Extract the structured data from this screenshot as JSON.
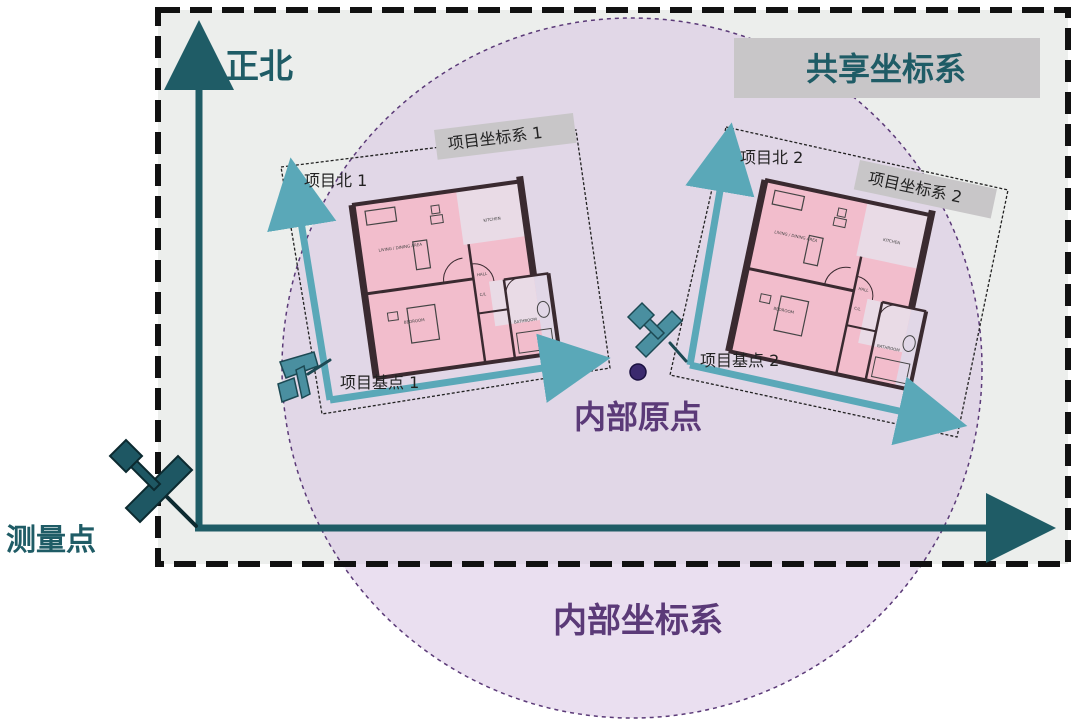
{
  "labels": {
    "shared_coordinate_system": "共享坐标系",
    "true_north": "正北",
    "survey_point": "测量点",
    "internal_origin": "内部原点",
    "internal_coordinate_system": "内部坐标系"
  },
  "projects": [
    {
      "coordinate_system": "项目坐标系 1",
      "project_north": "项目北 1",
      "base_point": "项目基点 1",
      "rooms": [
        "LIVING / DINING AREA",
        "KITCHEN",
        "HALL",
        "C/L",
        "BEDROOM",
        "BATHROOM"
      ]
    },
    {
      "coordinate_system": "项目坐标系 2",
      "project_north": "项目北 2",
      "base_point": "项目基点 2",
      "rooms": [
        "LIVING / DINING AREA",
        "KITCHEN",
        "HALL",
        "C/L",
        "BEDROOM",
        "BATHROOM"
      ]
    }
  ],
  "colors": {
    "teal_dark": "#1f5c66",
    "teal_light": "#5aa8b8",
    "purple_text": "#5b3a78",
    "circle_fill": "#d9c4e4",
    "background_box": "#eceeec",
    "shared_box": "#c8c6c8",
    "floor_pink": "#f2bdcc",
    "pin_dark": "#1e5763",
    "pin_light": "#4a8fa0"
  },
  "icons": {
    "survey_pin": "pushpin-icon",
    "base_point_pin": "pushpin-icon",
    "origin_dot": "dot-icon"
  }
}
